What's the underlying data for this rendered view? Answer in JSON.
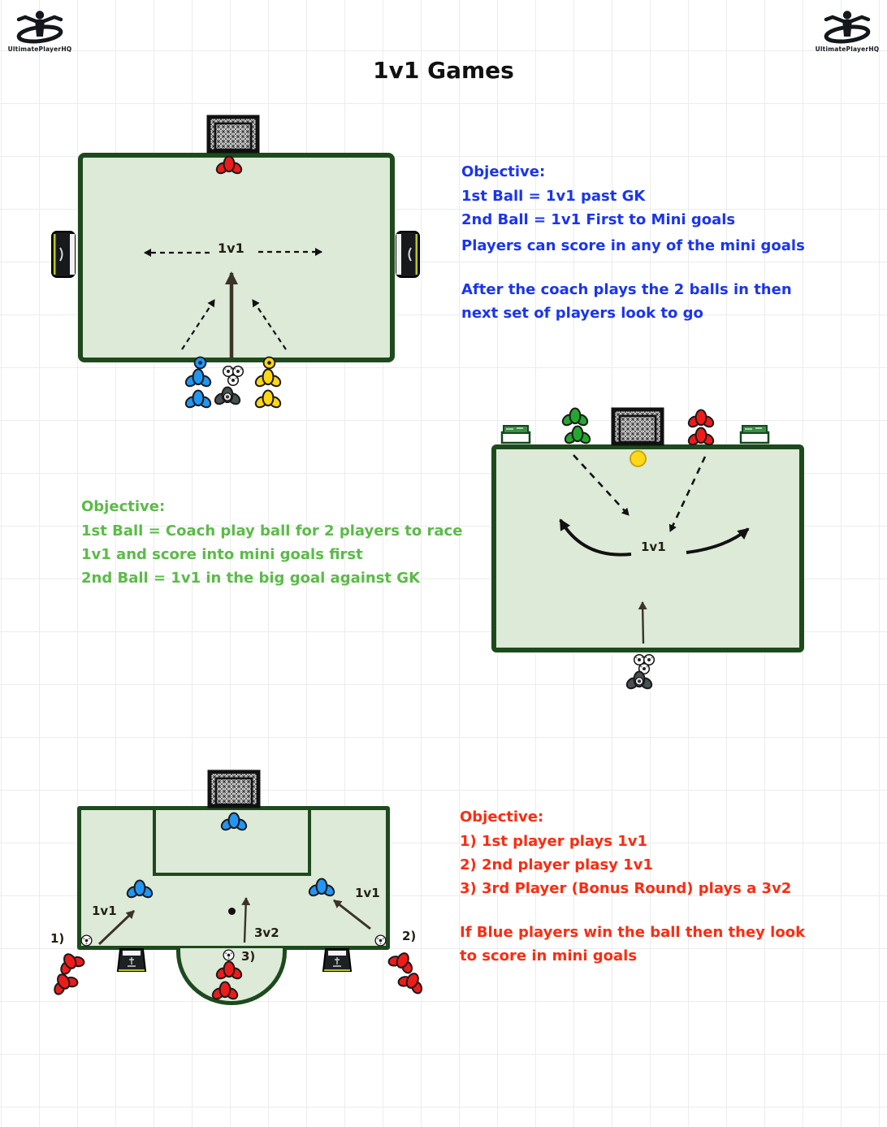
{
  "header": {
    "title": "1v1 Games",
    "logo_text": "UltimatePlayerHQ"
  },
  "colors": {
    "blue_text": "#1a35ee",
    "green_text": "#5bbb48",
    "red_text": "#fb2c11",
    "pitch_fill": "#dcead7",
    "pitch_border": "#1d4a1d",
    "red": "#ee1b1b",
    "blue": "#2196f3",
    "yellow": "#ffd712",
    "green": "#23a82f",
    "coach": "#4a4f52",
    "ball_yellow": "#ffd919"
  },
  "objectives": {
    "blue": {
      "heading": "Objective:",
      "line1": "1st Ball = 1v1 past GK",
      "line2": "2nd Ball = 1v1 First to Mini goals",
      "line3": "Players can score in any of the mini goals",
      "note": "After the coach plays the 2 balls in then next set of players look to go"
    },
    "green": {
      "heading": "Objective:",
      "line1": "1st Ball = Coach play ball for 2 players to race 1v1 and score into mini goals first",
      "line2": "2nd Ball = 1v1 in the big goal against GK"
    },
    "red": {
      "heading": "Objective:",
      "line1": "1) 1st player plays 1v1",
      "line2": "2) 2nd player plasy 1v1",
      "line3": "3) 3rd Player (Bonus Round) plays a 3v2",
      "note": "If Blue players win the ball then they look to score in mini goals"
    }
  },
  "diagrams": {
    "d1": {
      "label": "1v1"
    },
    "d2": {
      "label": "1v1"
    },
    "d3": {
      "left_label": "1v1",
      "right_label": "1v1",
      "center_label": "3v2",
      "num1": "1)",
      "num2": "2)",
      "num3": "3)"
    }
  }
}
